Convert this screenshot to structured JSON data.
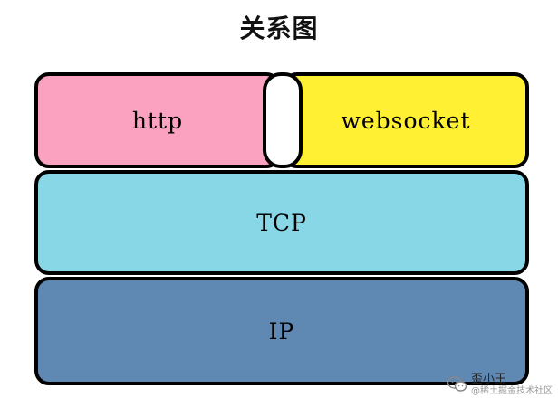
{
  "title": "关系图",
  "layers": {
    "http": "http",
    "websocket": "websocket",
    "tcp": "TCP",
    "ip": "IP"
  },
  "colors": {
    "http": "#fba2c0",
    "websocket": "#fff033",
    "tcp": "#87d7e6",
    "ip": "#5f88b3",
    "border": "#000000"
  },
  "watermark": {
    "icon": "wechat-icon",
    "name": "歪小王",
    "site": "@稀土掘金技术社区"
  }
}
